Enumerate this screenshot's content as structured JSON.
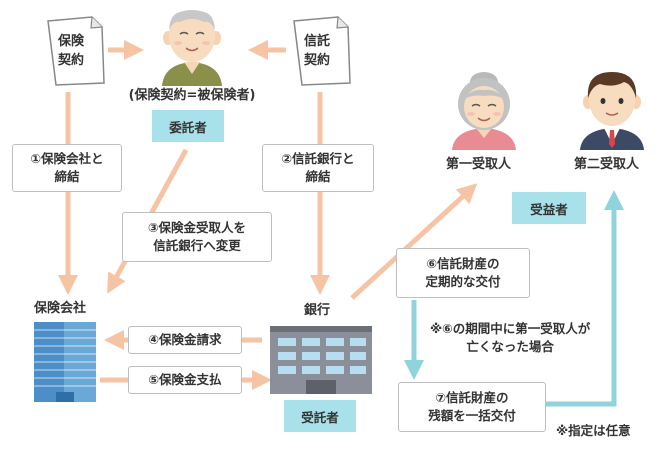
{
  "colors": {
    "salmon_arrow": "#f6c4a5",
    "teal_arrow": "#8fd3dc",
    "role_badge": "#a8e1ea",
    "box_border": "#bfbfbf"
  },
  "documents": {
    "insurance_contract": [
      "保険",
      "契約"
    ],
    "trust_contract": [
      "信託",
      "契約"
    ]
  },
  "settlor": {
    "note": "(保険契約=被保険者)",
    "role": "委託者"
  },
  "insurance_company": {
    "label": "保険会社"
  },
  "bank": {
    "label": "銀行",
    "role": "受託者"
  },
  "beneficiaries": {
    "first": "第一受取人",
    "second": "第二受取人",
    "role": "受益者"
  },
  "steps": {
    "s1": [
      "①保険会社と",
      "締結"
    ],
    "s2": [
      "②信託銀行と",
      "締結"
    ],
    "s3": [
      "③保険金受取人を",
      "信託銀行へ変更"
    ],
    "s4": "④保険金請求",
    "s5": "⑤保険金支払",
    "s6": [
      "⑥信託財産の",
      "定期的な交付"
    ],
    "s7": [
      "⑦信託財産の",
      "残額を一括交付"
    ]
  },
  "notes": {
    "death_condition": [
      "※⑥の期間中に第一受取人が",
      "亡くなった場合"
    ],
    "optional": "※指定は任意"
  }
}
